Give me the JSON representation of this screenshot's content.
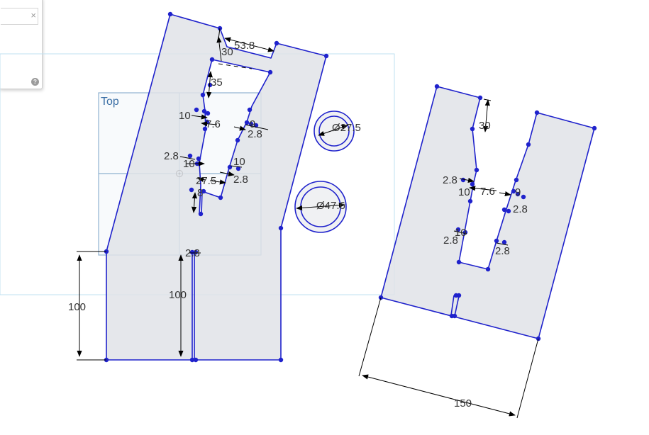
{
  "colors": {
    "sketch_edge": "#1f22cc",
    "sketch_fill": "#e1e3e7",
    "vertex": "#1f22cc",
    "plane_border": "#8fb2d0",
    "plane_fill": "#f3f6fa",
    "dimension": "#000000",
    "dimension_text": "#333333",
    "selection_box": "#bfe1f1"
  },
  "panel": {
    "close_icon": "close-icon",
    "help_icon": "help-icon",
    "hint": "",
    "help_glyph": "?",
    "close_glyph": "×"
  },
  "plane": {
    "label": "Top"
  },
  "dimensions": {
    "left_width": "53.8",
    "left_top_depth": "30",
    "left_slot_35": "35",
    "left_10_a": "10",
    "left_7_6": "7.6",
    "left_9": "9",
    "left_2_8_a": "2.8",
    "left_2_8_side": "2.8",
    "left_10_b": "10",
    "left_10_c": "10",
    "left_2_8_b": "2.8",
    "left_27_5": "27.5",
    "left_8": "8",
    "left_2_8_bottom": "2.8",
    "left_height_100_outer": "100",
    "left_height_100_inner": "100",
    "circle1_dia": "Ø27.5",
    "circle2_dia": "Ø47.6",
    "right_top_depth": "30",
    "right_2_8_a": "2.8",
    "right_10": "10",
    "right_7_6": "7.6",
    "right_9": "9",
    "right_2_8_b": "2.8",
    "right_10_b": "10",
    "right_2_8_c": "2.8",
    "right_2_8_d": "2.8",
    "right_width_150": "150"
  }
}
